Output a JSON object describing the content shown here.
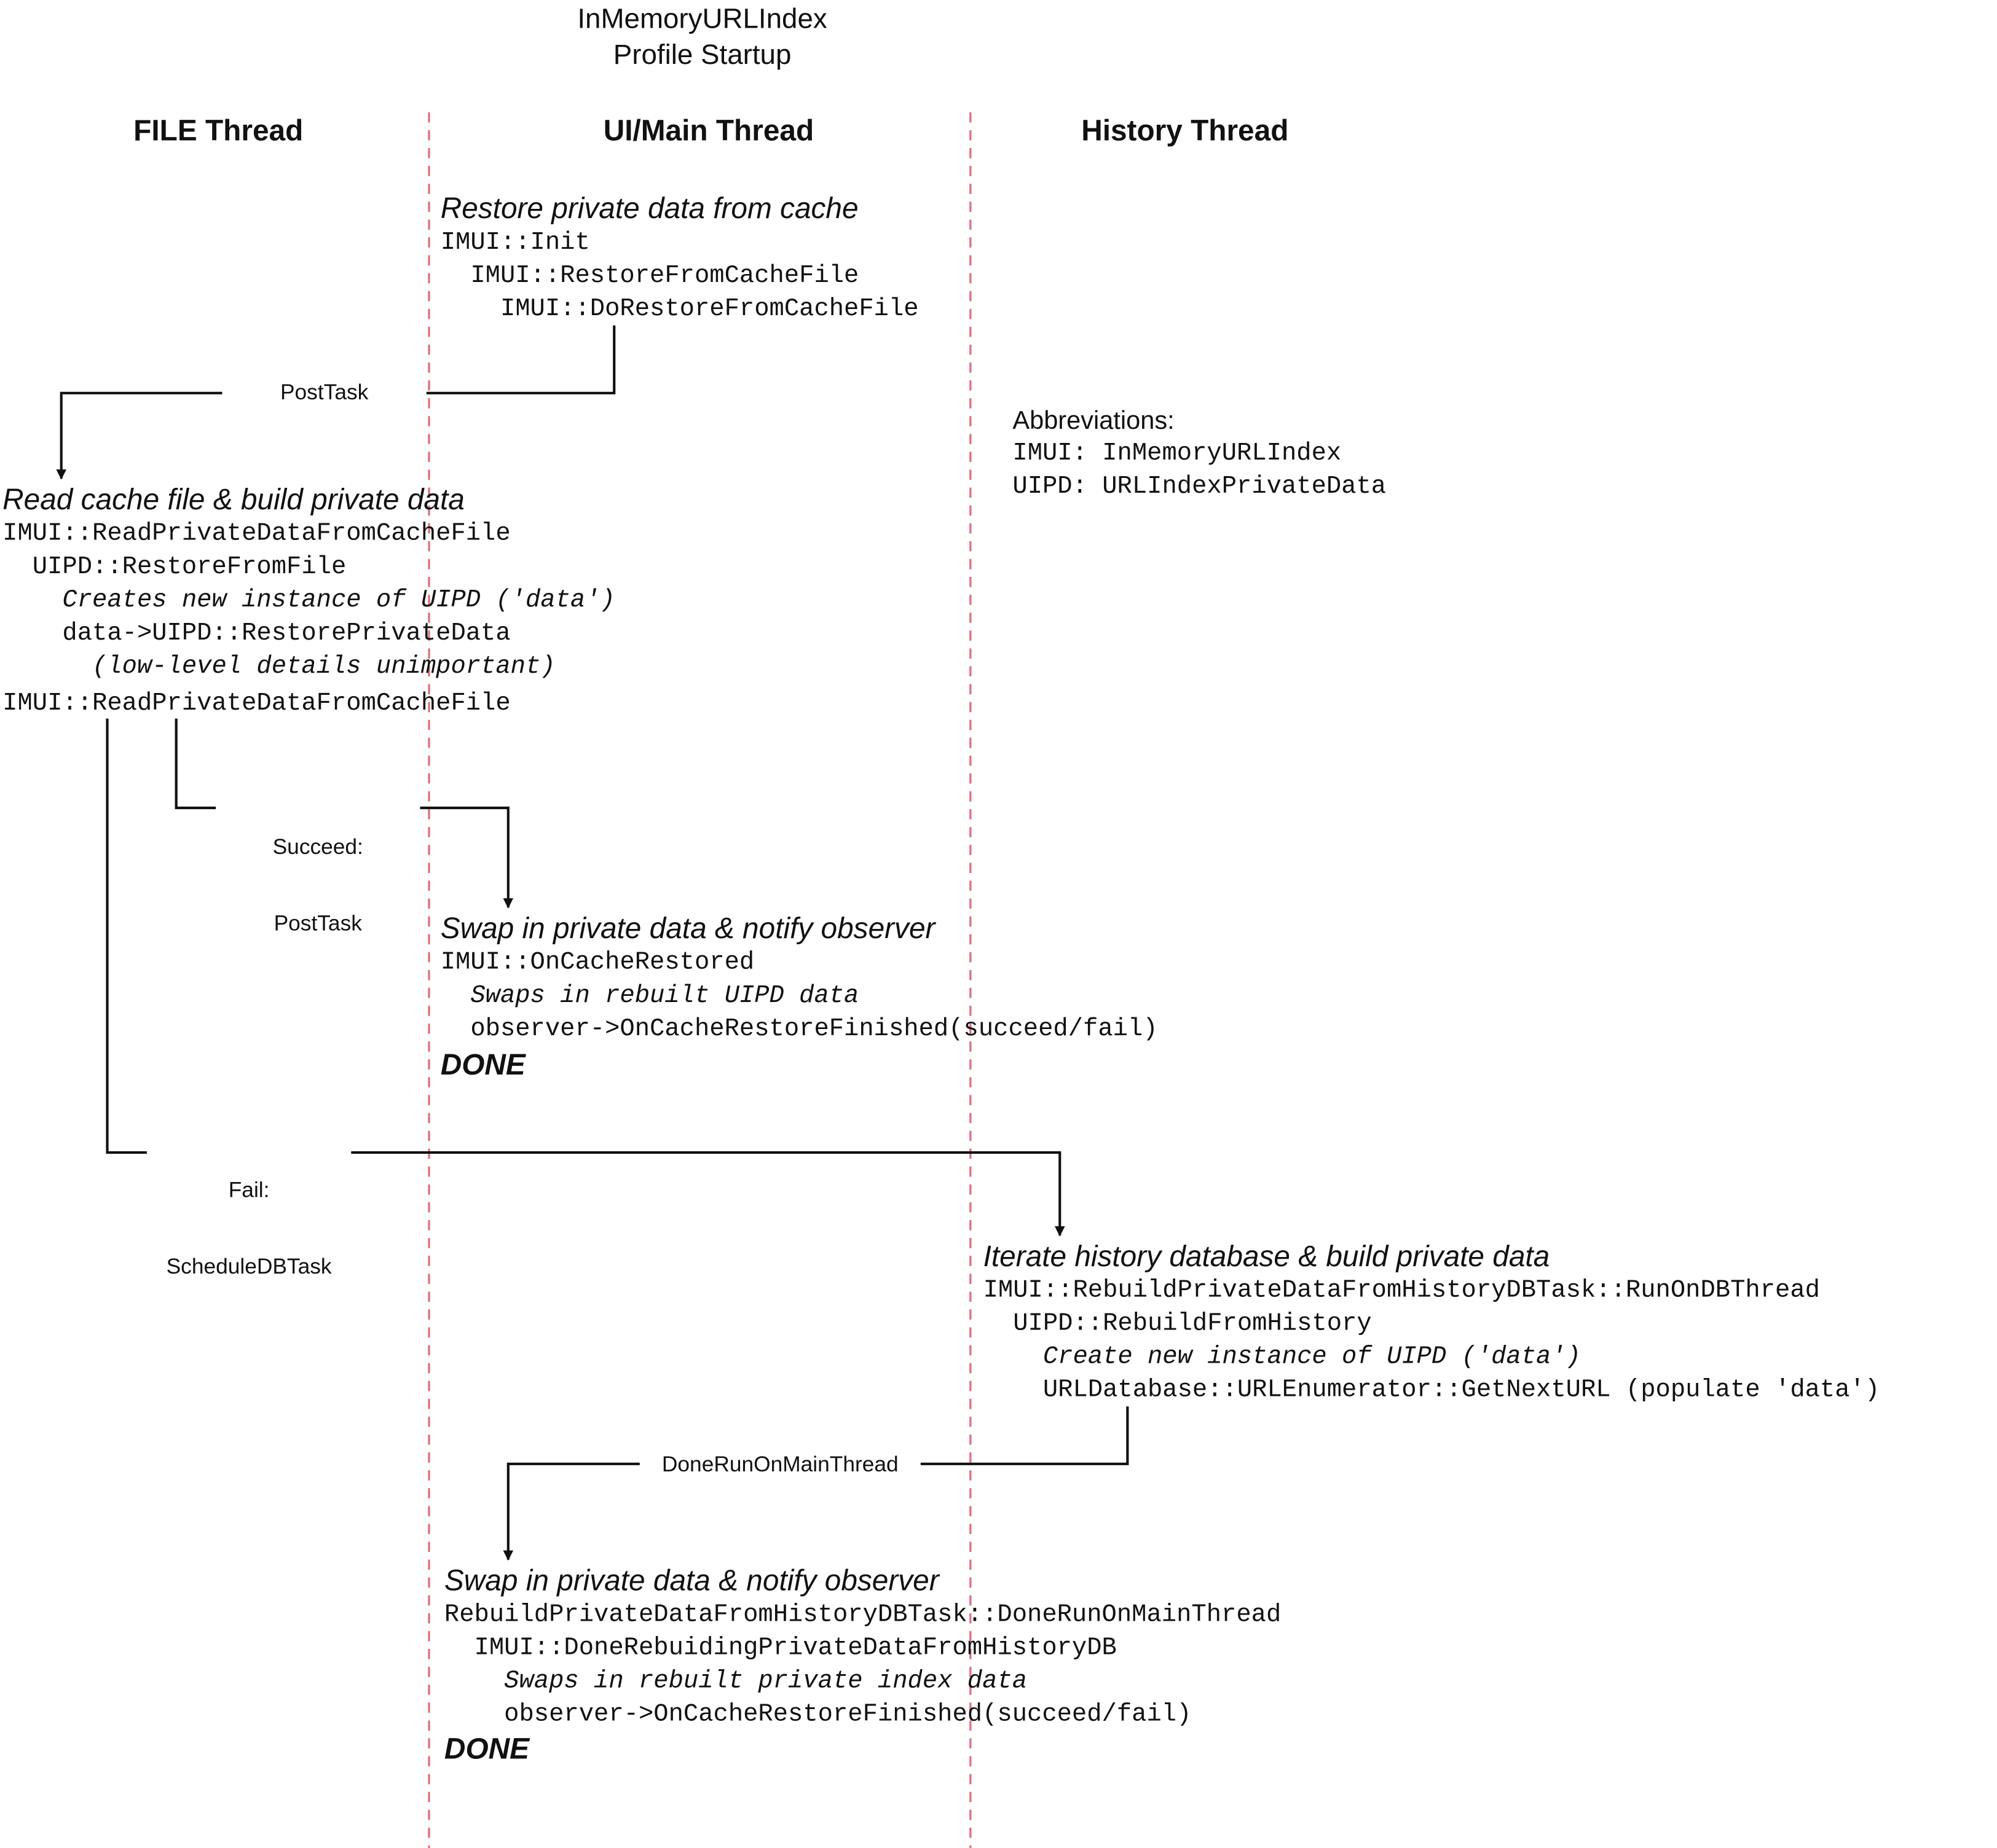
{
  "title": {
    "line1": "InMemoryURLIndex",
    "line2": "Profile Startup"
  },
  "threads": [
    {
      "id": "file",
      "label": "FILE Thread"
    },
    {
      "id": "ui",
      "label": "UI/Main Thread"
    },
    {
      "id": "history",
      "label": "History Thread"
    }
  ],
  "blocks": {
    "restore": {
      "heading": "Restore private data from cache",
      "lines": [
        "IMUI::Init",
        "  IMUI::RestoreFromCacheFile",
        "    IMUI::DoRestoreFromCacheFile"
      ]
    },
    "read_cache": {
      "heading": "Read cache file & build private data",
      "lines": [
        "IMUI::ReadPrivateDataFromCacheFile",
        "  UIPD::RestoreFromFile",
        "    Creates new instance of UIPD ('data')",
        "    data->UIPD::RestorePrivateData",
        "      (low-level details unimportant)",
        "IMUI::ReadPrivateDataFromCacheFile"
      ]
    },
    "swap1": {
      "heading": "Swap in private data & notify observer",
      "lines": [
        "IMUI::OnCacheRestored",
        "  Swaps in rebuilt UIPD data",
        "  observer->OnCacheRestoreFinished(succeed/fail)"
      ],
      "done": "DONE"
    },
    "iterate": {
      "heading": "Iterate history database & build private data",
      "lines": [
        "IMUI::RebuildPrivateDataFromHistoryDBTask::RunOnDBThread",
        "  UIPD::RebuildFromHistory",
        "    Create new instance of UIPD ('data')",
        "    URLDatabase::URLEnumerator::GetNextURL (populate 'data')"
      ]
    },
    "swap2": {
      "heading": "Swap in private data & notify observer",
      "lines": [
        "RebuildPrivateDataFromHistoryDBTask::DoneRunOnMainThread",
        "  IMUI::DoneRebuidingPrivateDataFromHistoryDB",
        "    Swaps in rebuilt private index data",
        "    observer->OnCacheRestoreFinished(succeed/fail)"
      ],
      "done": "DONE"
    }
  },
  "edges": {
    "posttask": "PostTask",
    "succeed_line1": "Succeed:",
    "succeed_line2": "PostTask",
    "fail_line1": "Fail:",
    "fail_line2": "ScheduleDBTask",
    "done_run": "DoneRunOnMainThread"
  },
  "abbreviations": {
    "heading": "Abbreviations:",
    "items": [
      "IMUI: InMemoryURLIndex",
      "UIPD: URLIndexPrivateData"
    ]
  },
  "colors": {
    "divider": "#e0707e",
    "ink": "#111111",
    "background": "#ffffff"
  }
}
